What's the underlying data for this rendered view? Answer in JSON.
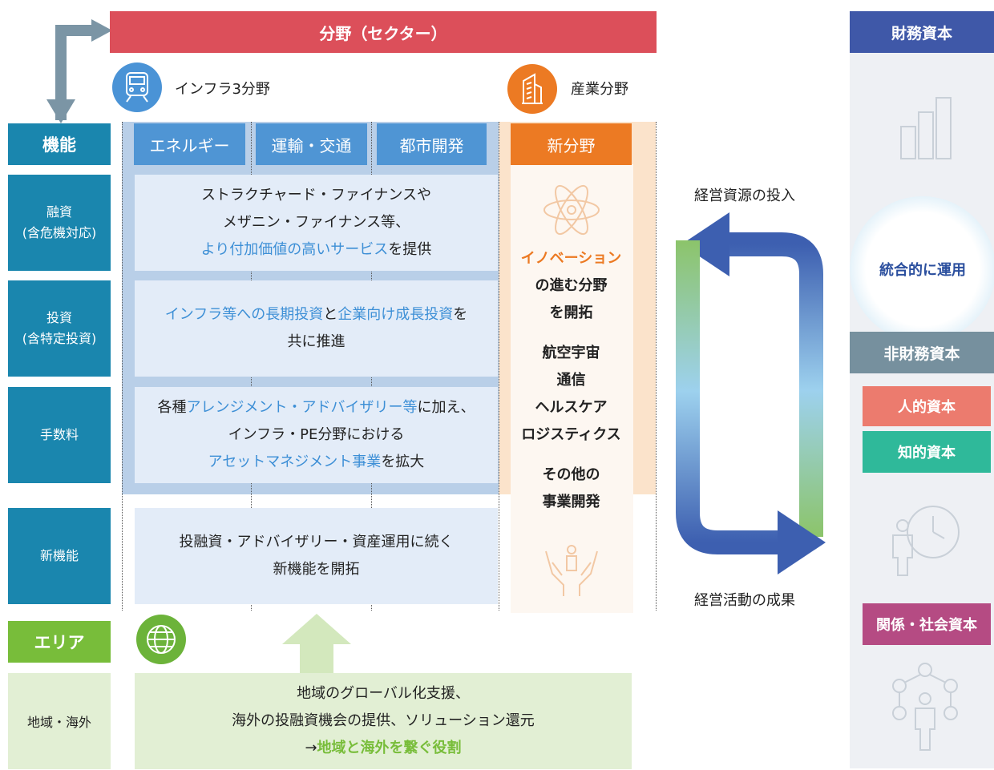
{
  "sector": {
    "title": "分野（セクター）",
    "infra_label": "インフラ3分野",
    "industry_label": "産業分野",
    "columns": [
      "エネルギー",
      "運輸・交通",
      "都市開発"
    ],
    "new_field": "新分野"
  },
  "functions": {
    "header": "機能",
    "rows": [
      {
        "label": "融資\n(含危機対応)",
        "text_parts": [
          "ストラクチャード・ファイナンスや",
          "メザニン・ファイナンス等、",
          "より付加価値の高いサービス",
          "を提供"
        ]
      },
      {
        "label": "投資\n(含特定投資)",
        "text_parts": [
          "インフラ等への長期投資",
          "と",
          "企業向け成長投資",
          "を",
          "共に推進"
        ]
      },
      {
        "label": "手数料",
        "text_parts": [
          "各種",
          "アレンジメント・アドバイザリー等",
          "に加え、",
          "インフラ・PE分野における",
          "アセットマネジメント事業",
          "を拡大"
        ]
      },
      {
        "label": "新機能",
        "text_parts": [
          "投融資・アドバイザリー・資産運用に続く",
          "新機能を開拓"
        ]
      }
    ]
  },
  "new_field_text": {
    "innovation": "イノベーション",
    "line2": "の進む分野",
    "line3": "を開拓",
    "items": [
      "航空宇宙",
      "通信",
      "ヘルスケア",
      "ロジスティクス"
    ],
    "other1": "その他の",
    "other2": "事業開発"
  },
  "area": {
    "header": "エリア",
    "label": "地域・海外",
    "line1": "地域のグローバル化支援、",
    "line2": "海外の投融資機会の提供、ソリューション還元",
    "arrow": "→",
    "line3": "地域と海外を繋ぐ役割"
  },
  "cycle": {
    "top_label": "経営資源の投入",
    "bottom_label": "経営活動の成果"
  },
  "capital": {
    "financial": "財務資本",
    "integrated": "統合的に運用",
    "non_financial": "非財務資本",
    "human": "人的資本",
    "intellectual": "知的資本",
    "social": "関係・社会資本"
  },
  "colors": {
    "sector_red": "#dc4f5a",
    "teal": "#1a86ae",
    "blue": "#4f95d4",
    "orange": "#ec7a23",
    "green": "#78bd3a",
    "navy": "#3f58a8",
    "slate": "#76909e",
    "salmon": "#ec7b6e",
    "mint": "#2fb99a"
  },
  "icons": [
    "train-icon",
    "building-icon",
    "globe-icon",
    "atom-icon",
    "hands-person-icon",
    "bar-chart-icon",
    "clock-person-icon",
    "network-people-icon"
  ]
}
